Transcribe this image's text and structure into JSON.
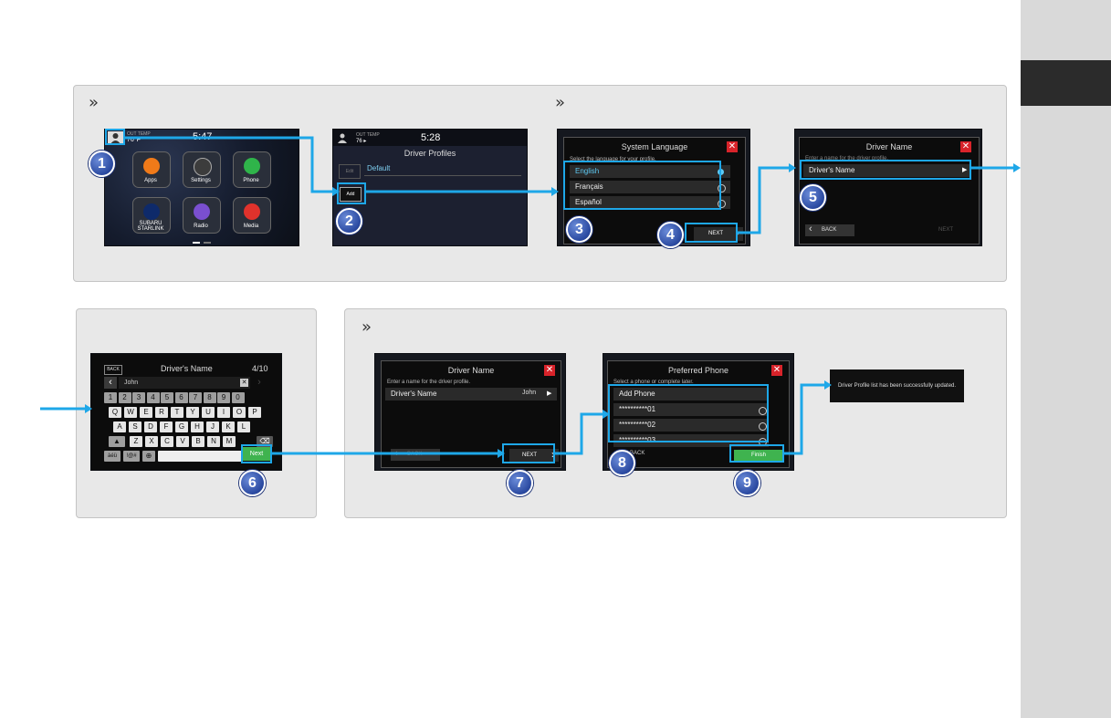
{
  "screen1": {
    "status_out_temp": "OUT TEMP",
    "status_temp": "76°F",
    "clock": "5:47",
    "apps": [
      "Apps",
      "Settings",
      "Phone",
      "SUBARU STARLINK",
      "Radio",
      "Media"
    ]
  },
  "screen2": {
    "out_temp": "OUT TEMP",
    "temp": "76 ▸",
    "clock": "5:28",
    "title": "Driver Profiles",
    "edit": "Edit",
    "default": "Default",
    "add": "Add"
  },
  "screen3": {
    "title": "System Language",
    "subtitle": "Select the language for your profile.",
    "options": [
      "English",
      "Français",
      "Español"
    ],
    "next": "NEXT"
  },
  "screen4": {
    "title": "Driver Name",
    "subtitle": "Enter a name for the driver profile.",
    "field": "Driver's Name",
    "back": "BACK",
    "next": "NEXT"
  },
  "screen5": {
    "back": "BACK",
    "title": "Driver's Name",
    "count": "4/10",
    "input": "John",
    "row1": [
      "1",
      "2",
      "3",
      "4",
      "5",
      "6",
      "7",
      "8",
      "9",
      "0"
    ],
    "row2": [
      "Q",
      "W",
      "E",
      "R",
      "T",
      "Y",
      "U",
      "I",
      "O",
      "P"
    ],
    "row3": [
      "A",
      "S",
      "D",
      "F",
      "G",
      "H",
      "J",
      "K",
      "L"
    ],
    "row4": [
      "Z",
      "X",
      "C",
      "V",
      "B",
      "N",
      "M"
    ],
    "abc": "àéü",
    "sym": "!@#",
    "next": "Next"
  },
  "screen6": {
    "title": "Driver Name",
    "subtitle": "Enter a name for the driver profile.",
    "field": "Driver's Name",
    "value": "John",
    "back": "BACK",
    "next": "NEXT"
  },
  "screen7": {
    "title": "Preferred Phone",
    "subtitle": "Select a phone or complete later.",
    "add": "Add Phone",
    "phones": [
      "**********01",
      "**********02",
      "**********03"
    ],
    "back": "BACK",
    "finish": "Finish"
  },
  "screen8": {
    "message": "Driver Profile list has been successfully updated."
  },
  "steps": [
    "1",
    "2",
    "3",
    "4",
    "5",
    "6",
    "7",
    "8",
    "9"
  ],
  "chevron": "»",
  "colors": {
    "accent": "#1ea7e8",
    "step_badge": "#2a49a0",
    "close": "#d8232a",
    "finish": "#3fb34f"
  }
}
